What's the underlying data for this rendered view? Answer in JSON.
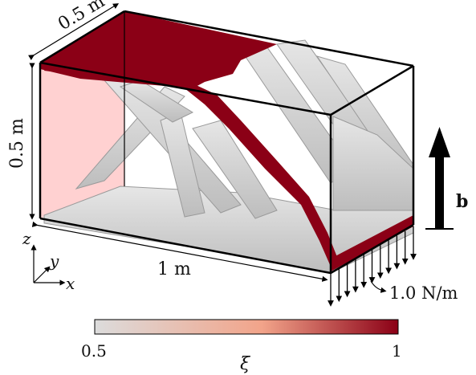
{
  "labels": {
    "top_width": "0.5 m",
    "left_height": "0.5 m",
    "bottom_length": "1 m",
    "axis_z": "z",
    "axis_y": "y",
    "axis_x": "x",
    "load": "1.0 N/m",
    "body_force": "b"
  },
  "colorbar": {
    "min_label": "0.5",
    "max_label": "1",
    "title": "ξ",
    "color_low": "#dcdcdc",
    "color_mid": "#f2a48a",
    "color_high": "#8b0016"
  },
  "colors": {
    "dark_red": "#8b0016",
    "pink_face": "#ffcccc",
    "gray_structure": "#d4d4d4",
    "outline": "#000000"
  }
}
